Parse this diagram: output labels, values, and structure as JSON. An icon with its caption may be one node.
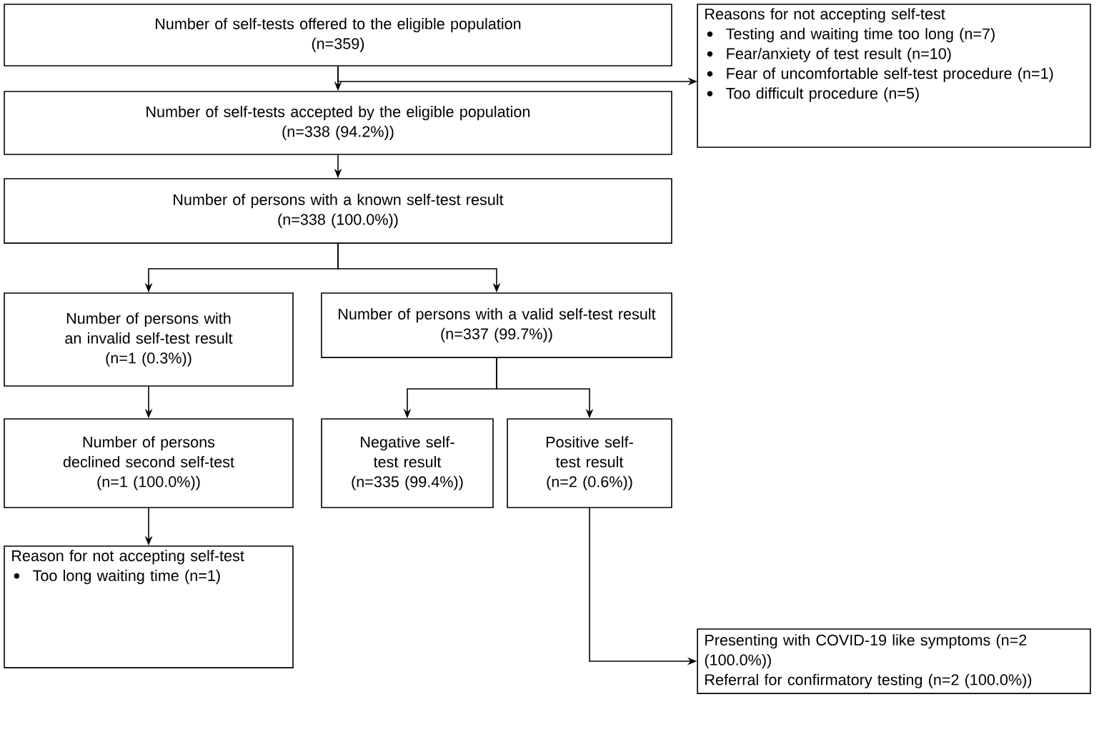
{
  "diagram": {
    "nodes": [
      {
        "text": [
          "Number of self-tests offered to the eligible population",
          "(n=359)"
        ]
      },
      {
        "text": [
          "Reasons for not accepting self-test",
          "Testing and waiting time too long (n=7)",
          "Fear/anxiety of test result (n=10)",
          "Fear of uncomfortable self-test procedure (n=1)",
          "Too difficult procedure (n=5)"
        ]
      },
      {
        "text": [
          "Number of self-tests accepted by the eligible population",
          "(n=338 (94.2%))"
        ]
      },
      {
        "text": [
          "Number of persons with a known self-test result",
          "(n=338 (100.0%))"
        ]
      },
      {
        "text": [
          "Number of persons with an invalid self-test result",
          "(n=1 (0.3%))"
        ]
      },
      {
        "text": [
          "Number of persons with a valid self-test result",
          "(n=337 (99.7%))"
        ]
      },
      {
        "text": [
          "Number of persons declined second self-test",
          "(n=1 (100.0%))"
        ]
      },
      {
        "text": [
          "Negative self-test result",
          "(n=335 (99.4%))"
        ]
      },
      {
        "text": [
          "Positive self-test result",
          "(n=2 (0.6%))"
        ]
      },
      {
        "text": [
          "Reason for not accepting self-test",
          "Too long waiting time (n=1)"
        ]
      },
      {
        "text": [
          "Presenting with COVID-19 like symptoms (n=2 (100.0%))",
          "Referral for confirmatory testing (n=2 (100.0%))"
        ]
      }
    ],
    "edges": [
      {
        "from": 0,
        "to": 2,
        "arrow": "to"
      },
      {
        "from": 0,
        "to": 1,
        "arrow": "to"
      },
      {
        "from": 2,
        "to": 3,
        "arrow": "to"
      },
      {
        "from": 3,
        "to": 4,
        "arrow": "to"
      },
      {
        "from": 3,
        "to": 5,
        "arrow": "to"
      },
      {
        "from": 4,
        "to": 6,
        "arrow": "to"
      },
      {
        "from": 5,
        "to": 7,
        "arrow": "to"
      },
      {
        "from": 5,
        "to": 8,
        "arrow": "to"
      },
      {
        "from": 6,
        "to": 9,
        "arrow": "to"
      },
      {
        "from": 8,
        "to": 10,
        "arrow": "to"
      }
    ]
  }
}
